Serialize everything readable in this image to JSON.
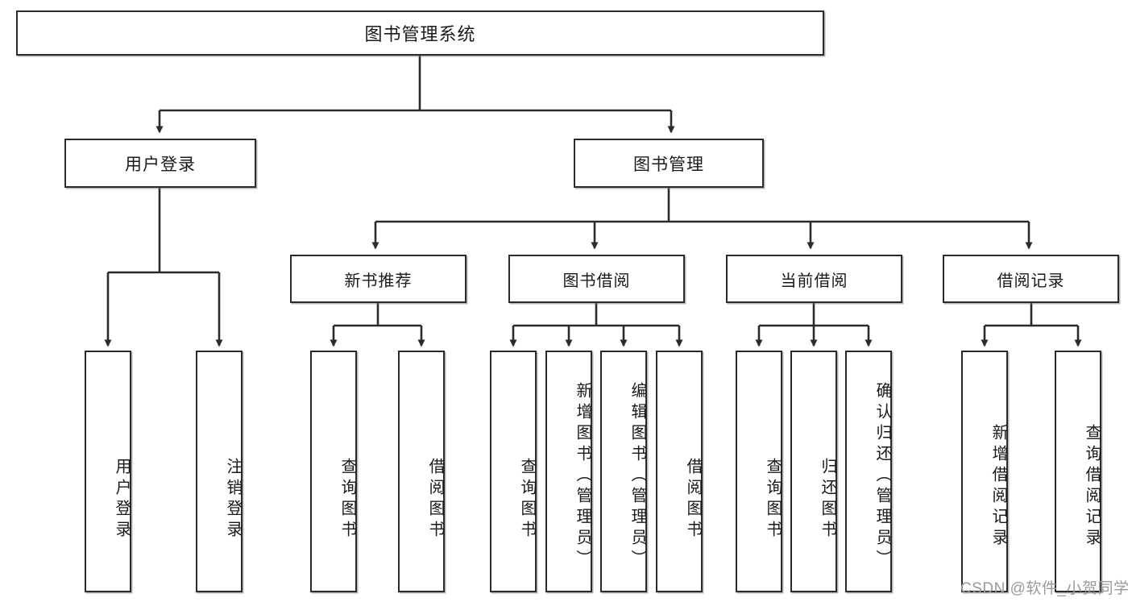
{
  "diagram": {
    "type": "tree-hierarchy",
    "title": "图书管理系统",
    "root": {
      "id": "root",
      "label": "图书管理系统"
    },
    "level1": [
      {
        "id": "user-login",
        "label": "用户登录"
      },
      {
        "id": "book-management",
        "label": "图书管理"
      }
    ],
    "level2": [
      {
        "id": "new-book-recommend",
        "label": "新书推荐",
        "parent": "book-management"
      },
      {
        "id": "book-borrow",
        "label": "图书借阅",
        "parent": "book-management"
      },
      {
        "id": "current-borrow",
        "label": "当前借阅",
        "parent": "book-management"
      },
      {
        "id": "borrow-record",
        "label": "借阅记录",
        "parent": "book-management"
      }
    ],
    "leaves": [
      {
        "id": "leaf-user-login",
        "label": "用户登录",
        "parent": "user-login"
      },
      {
        "id": "leaf-logout",
        "label": "注销登录",
        "parent": "user-login"
      },
      {
        "id": "leaf-query-book-1",
        "label": "查询图书",
        "parent": "new-book-recommend"
      },
      {
        "id": "leaf-borrow-book-1",
        "label": "借阅图书",
        "parent": "new-book-recommend"
      },
      {
        "id": "leaf-query-book-2",
        "label": "查询图书",
        "parent": "book-borrow"
      },
      {
        "id": "leaf-add-book",
        "label": "新增图书（管理员）",
        "parent": "book-borrow"
      },
      {
        "id": "leaf-edit-book",
        "label": "编辑图书（管理员）",
        "parent": "book-borrow"
      },
      {
        "id": "leaf-borrow-book-2",
        "label": "借阅图书",
        "parent": "book-borrow"
      },
      {
        "id": "leaf-query-book-3",
        "label": "查询图书",
        "parent": "current-borrow"
      },
      {
        "id": "leaf-return-book",
        "label": "归还图书",
        "parent": "current-borrow"
      },
      {
        "id": "leaf-confirm-return",
        "label": "确认归还（管理员）",
        "parent": "current-borrow"
      },
      {
        "id": "leaf-add-record",
        "label": "新增借阅记录",
        "parent": "borrow-record"
      },
      {
        "id": "leaf-query-record",
        "label": "查询借阅记录",
        "parent": "borrow-record"
      }
    ]
  },
  "watermark": {
    "text": "CSDN @软件_小贺同学"
  },
  "colors": {
    "border": "#2b2b2b",
    "text": "#1a1a1a",
    "background": "#ffffff",
    "watermark": "#9a9a9a"
  }
}
